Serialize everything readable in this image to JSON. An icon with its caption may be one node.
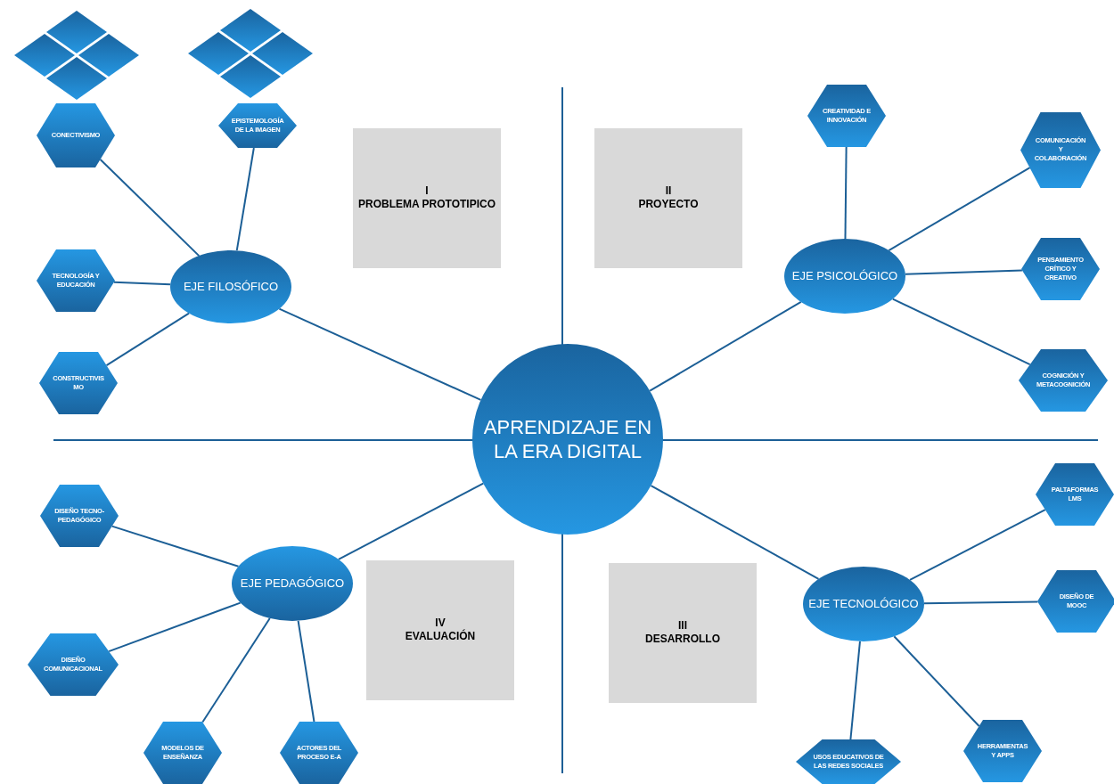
{
  "diagram": {
    "nodes": [
      {
        "text": [
          "APRENDIZAJE EN LA ERA DIGITAL"
        ]
      },
      {
        "text": [
          "EJE FILOSÓFICO"
        ]
      },
      {
        "text": [
          "CONECTIVISMO"
        ]
      },
      {
        "text": [
          "EPISTEMOLOGÍA DE LA IMAGEN"
        ]
      },
      {
        "text": [
          "TECNOLOGÍA Y EDUCACIÓN"
        ]
      },
      {
        "text": [
          "CONSTRUCTIVISMO"
        ]
      },
      {
        "text": [
          "I",
          "PROBLEMA PROTOTIPICO"
        ]
      },
      {
        "text": [
          "II",
          "PROYECTO"
        ]
      },
      {
        "text": [
          "EJE PSICOLÓGICO"
        ]
      },
      {
        "text": [
          "CREATIVIDAD E INNOVACIÓN"
        ]
      },
      {
        "text": [
          "COMUNICACIÓN Y COLABORACIÓN"
        ]
      },
      {
        "text": [
          "PENSAMIENTO CRÍTICO Y CREATIVO"
        ]
      },
      {
        "text": [
          "COGNICIÓN Y METACOGNICIÓN"
        ]
      },
      {
        "text": [
          "EJE PEDAGÓGICO"
        ]
      },
      {
        "text": [
          "DISEÑO TECNO-PEDAGÓGICO"
        ]
      },
      {
        "text": [
          "DISEÑO COMUNICACIONAL"
        ]
      },
      {
        "text": [
          "MODELOS DE ENSEÑANZA"
        ]
      },
      {
        "text": [
          "ACTORES DEL PROCESO E-A"
        ]
      },
      {
        "text": [
          "IV",
          "EVALUACIÓN"
        ]
      },
      {
        "text": [
          "III",
          "DESARROLLO"
        ]
      },
      {
        "text": [
          "EJE TECNOLÓGICO"
        ]
      },
      {
        "text": [
          "PALTAFORMAS LMS"
        ]
      },
      {
        "text": [
          "DISEÑO DE MOOC"
        ]
      },
      {
        "text": [
          "USOS EDUCATIVOS DE LAS REDES SOCIALES"
        ]
      },
      {
        "text": [
          "HERRAMIENTAS Y APPS"
        ]
      }
    ],
    "edges": [
      {
        "from": 0,
        "to": 1,
        "arrow": "none"
      },
      {
        "from": 1,
        "to": 2,
        "arrow": "none"
      },
      {
        "from": 1,
        "to": 3,
        "arrow": "none"
      },
      {
        "from": 1,
        "to": 4,
        "arrow": "none"
      },
      {
        "from": 1,
        "to": 5,
        "arrow": "none"
      },
      {
        "from": 0,
        "to": 8,
        "arrow": "none"
      },
      {
        "from": 8,
        "to": 9,
        "arrow": "none"
      },
      {
        "from": 8,
        "to": 10,
        "arrow": "none"
      },
      {
        "from": 8,
        "to": 11,
        "arrow": "none"
      },
      {
        "from": 8,
        "to": 12,
        "arrow": "none"
      },
      {
        "from": 0,
        "to": 13,
        "arrow": "none"
      },
      {
        "from": 13,
        "to": 14,
        "arrow": "none"
      },
      {
        "from": 13,
        "to": 15,
        "arrow": "none"
      },
      {
        "from": 13,
        "to": 16,
        "arrow": "none"
      },
      {
        "from": 13,
        "to": 17,
        "arrow": "none"
      },
      {
        "from": 0,
        "to": 20,
        "arrow": "none"
      },
      {
        "from": 20,
        "to": 21,
        "arrow": "none"
      },
      {
        "from": 20,
        "to": 22,
        "arrow": "none"
      },
      {
        "from": 20,
        "to": 23,
        "arrow": "none"
      },
      {
        "from": 20,
        "to": 24,
        "arrow": "none"
      }
    ]
  }
}
